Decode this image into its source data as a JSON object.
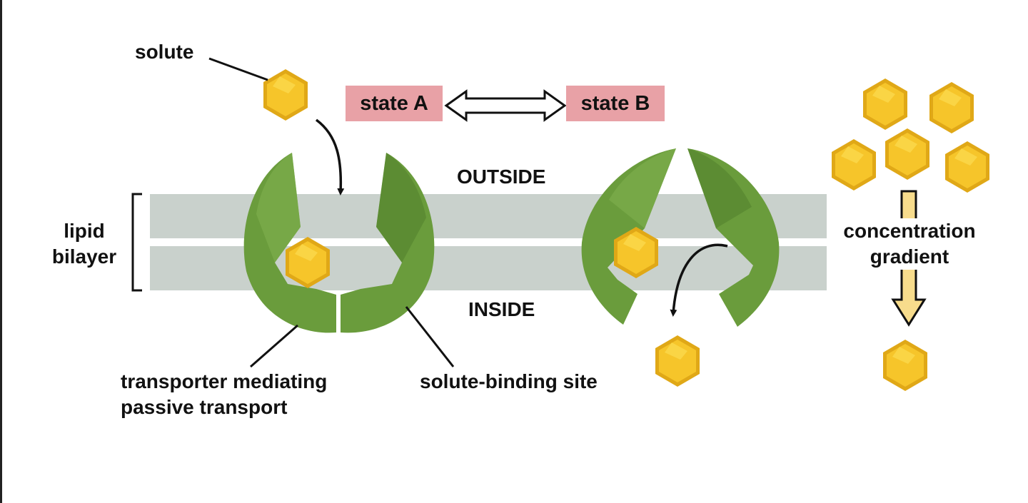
{
  "labels": {
    "solute": "solute",
    "state_a": "state A",
    "state_b": "state B",
    "outside": "OUTSIDE",
    "inside": "INSIDE",
    "lipid_line1": "lipid",
    "lipid_line2": "bilayer",
    "concentration_line1": "concentration",
    "concentration_line2": "gradient",
    "transporter_line1": "transporter mediating",
    "transporter_line2": "passive transport",
    "binding_site": "solute-binding site"
  },
  "colors": {
    "membrane": "#c9d1cc",
    "transporter": "#6a9c3c",
    "transporter_dark": "#4c7a28",
    "transporter_light": "#80b04e",
    "solute": "#f6c52a",
    "solute_light": "#fbd84c",
    "solute_dark": "#e0a817",
    "state_box": "#e8a1a6",
    "gradient_arrow": "#f7dc8c"
  }
}
